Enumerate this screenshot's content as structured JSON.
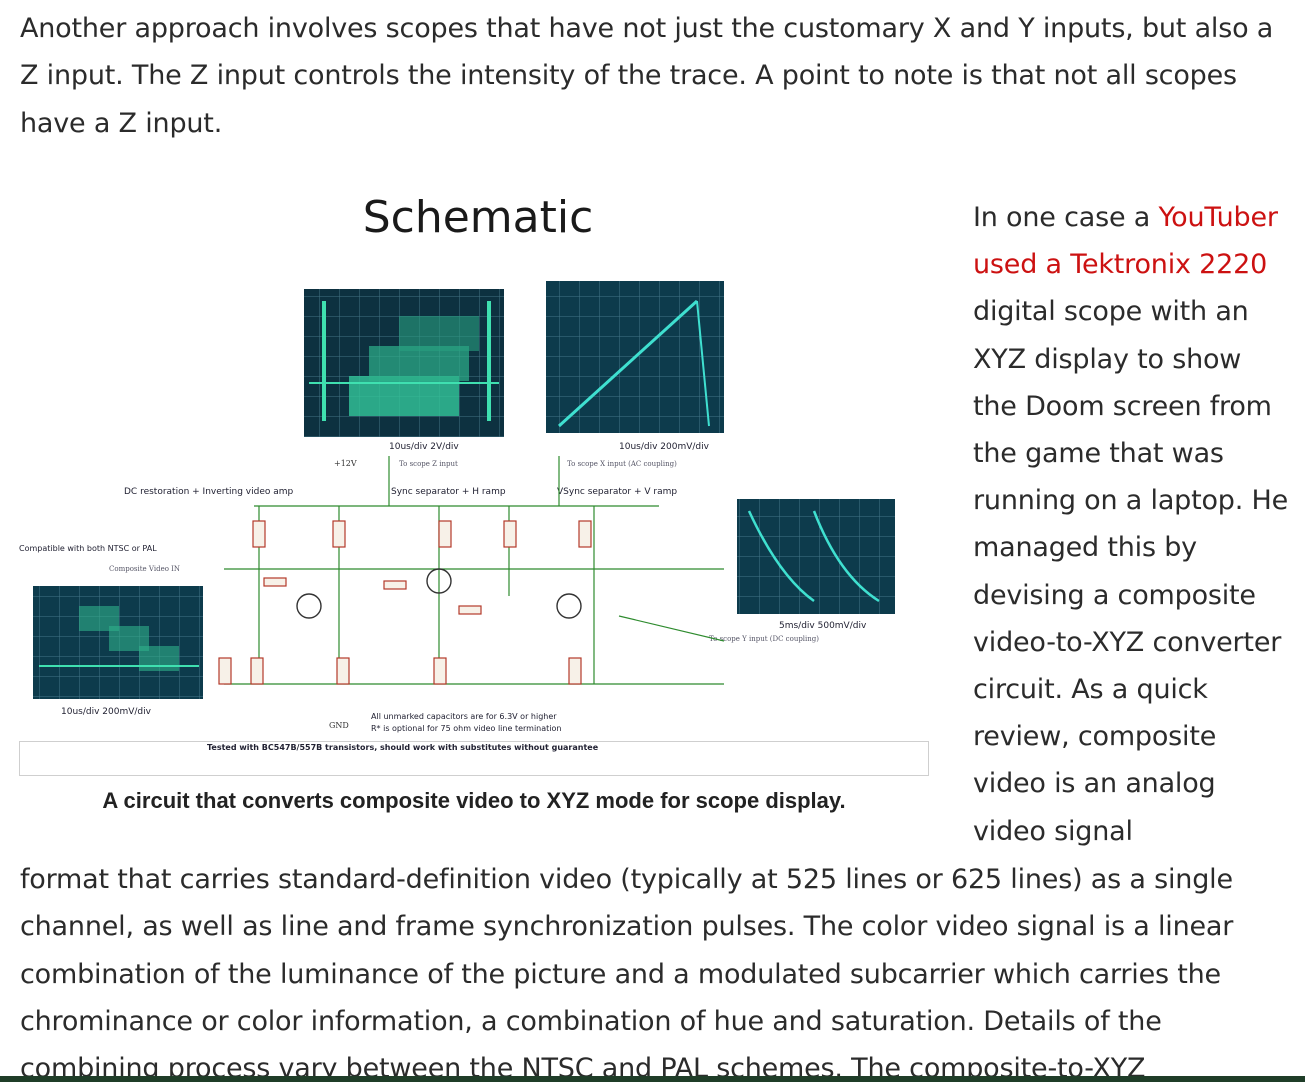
{
  "intro_paragraph": "Another approach involves scopes that have not just the customary X and Y inputs, but also a Z input. The Z input controls the intensity of the trace. A point to note is that not all scopes have a Z input.",
  "figure": {
    "title": "Schematic",
    "caption": "A circuit that converts composite video to XYZ mode for scope display.",
    "scope_labels": {
      "scope1": "10us/div 2V/div",
      "scope2": "10us/div 200mV/div",
      "scope3": "5ms/div 500mV/div",
      "scope4": "10us/div 200mV/div"
    },
    "sections": {
      "dc_restoration": "DC restoration + Inverting video amp",
      "sync_sep": "Sync separator + H ramp",
      "vsync_sep": "VSync separator + V ramp",
      "compatible": "Compatible with both NTSC or PAL",
      "composite_in": "Composite Video IN",
      "to_scope_z": "To scope Z input",
      "to_scope_x": "To scope X input (AC coupling)",
      "to_scope_y": "To scope Y input (DC coupling)",
      "plus12v": "+12V",
      "gnd": "GND",
      "note1": "All unmarked capacitors are for 6.3V or higher",
      "note2": "R* is optional for 75 ohm video line termination",
      "note3": "Tested with BC547B/557B transistors, should work with substitutes without guarantee"
    }
  },
  "side_text": {
    "before_link": "In one case a ",
    "link_text": "YouTuber used a Tektronix 2220",
    "after_link": " digital scope with an XYZ display to show the Doom screen from the game that was running on a laptop. He managed this by devising a composite video-to-XYZ converter circuit. As a quick review, composite video is an analog video signal"
  },
  "continuation_paragraph": "format that carries standard-definition video (typically at 525 lines or 625 lines) as a single channel, as well as line and frame synchronization pulses. The color video signal is a linear combination of the luminance of the picture and a modulated subcarrier which carries the chrominance or color information, a combination of hue and saturation. Details of the combining process vary between the NTSC and PAL schemes. The composite-to-XYZ",
  "colors": {
    "link": "#cc1111",
    "text": "#2b2b2b",
    "scope_bg": "#0f3b4a",
    "trace": "#3fe0b0",
    "wire": "#2e8b2e",
    "component": "#b33a2a"
  }
}
